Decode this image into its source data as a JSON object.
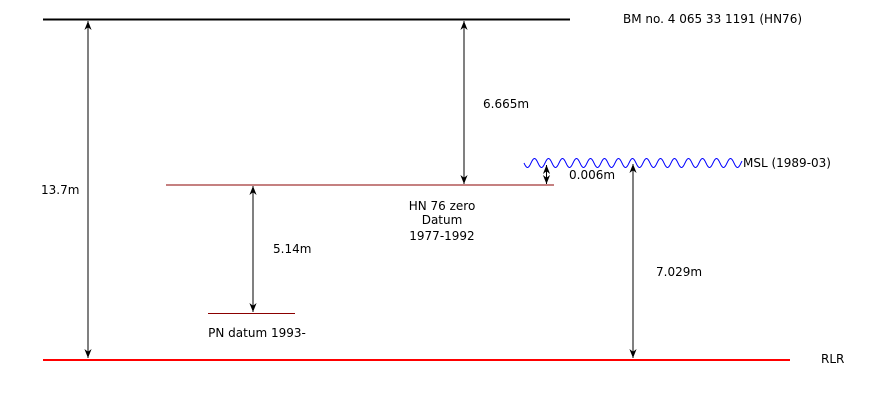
{
  "labels": {
    "benchmark": "BM no. 4 065 33 1191 (HN76)",
    "msl": "MSL (1989-03)",
    "rlr": "RLR",
    "hn76_line1": "HN 76  zero",
    "hn76_line2": "Datum",
    "hn76_line3": "1977-1992",
    "pn_datum": "PN datum 1993-"
  },
  "measurements": {
    "bm_to_rlr": "13.7m",
    "bm_to_hn76": "6.665m",
    "hn76_to_msl": "0.006m",
    "hn76_to_pn": "5.14m",
    "msl_to_rlr": "7.029m"
  },
  "colors": {
    "benchmark_line": "#000000",
    "datum_line": "#8b0000",
    "rlr_line": "#ff0000",
    "msl_wave": "#0000ff",
    "arrow": "#000000"
  }
}
